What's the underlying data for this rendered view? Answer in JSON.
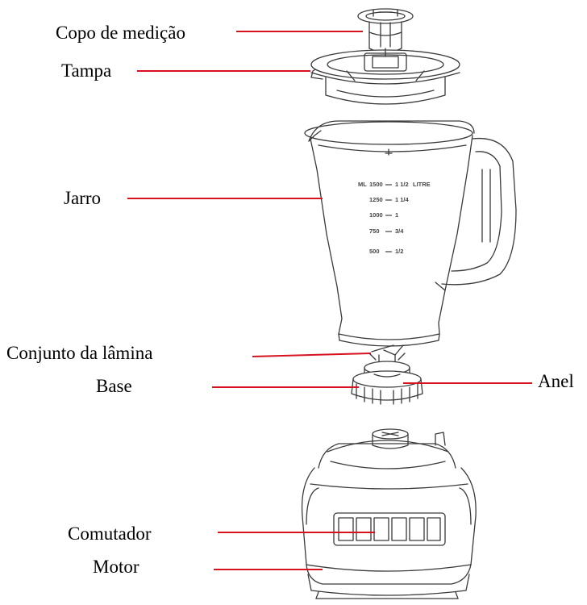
{
  "diagram": {
    "labels": {
      "measuring_cup": "Copo de medição",
      "lid": "Tampa",
      "jar": "Jarro",
      "blade_assembly": "Conjunto da lâmina",
      "base": "Base",
      "ring": "Anel",
      "switch": "Comutador",
      "motor": "Motor"
    },
    "jar_markings": {
      "unit_left": "ML",
      "unit_right": "LITRE",
      "ml": [
        "1500",
        "1250",
        "1000",
        "750",
        "500"
      ],
      "litres": [
        "1 1/2",
        "1 1/4",
        "1",
        "3/4",
        "1/2"
      ]
    },
    "colors": {
      "leader_line": "#d6121f",
      "outline": "#3a3a3a"
    }
  }
}
